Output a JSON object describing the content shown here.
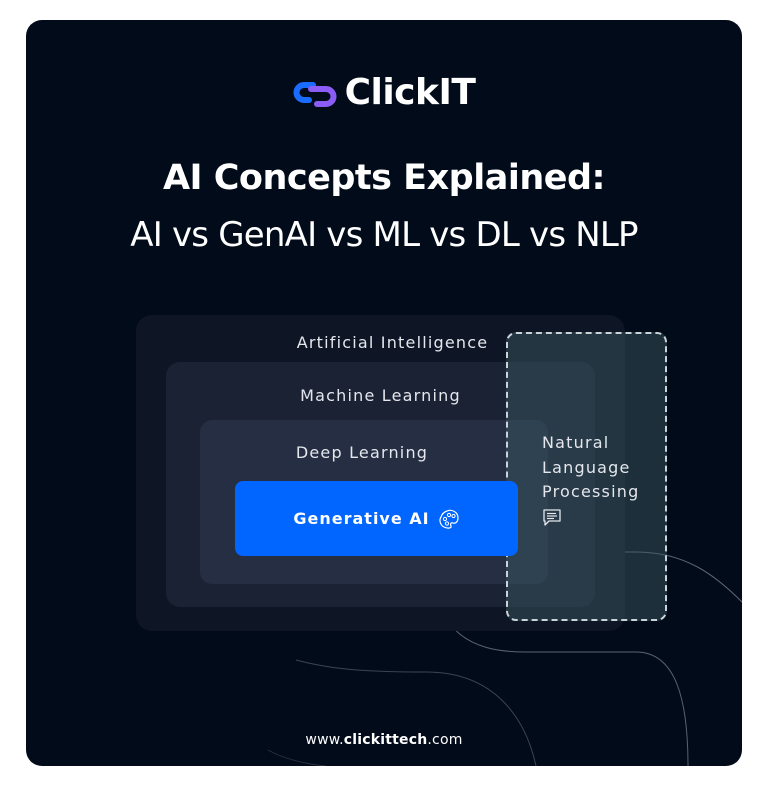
{
  "brand": {
    "name": "ClickIT",
    "logo_icon": "chain-link-icon",
    "colors": {
      "logo_blue": "#1a6bff",
      "logo_purple": "#8b5cf6"
    }
  },
  "header": {
    "title": "AI Concepts Explained:",
    "subtitle": "AI vs GenAI vs ML vs DL vs NLP"
  },
  "diagram": {
    "layers": [
      {
        "id": "ai",
        "label": "Artificial Intelligence"
      },
      {
        "id": "ml",
        "label": "Machine Learning"
      },
      {
        "id": "dl",
        "label": "Deep Learning"
      },
      {
        "id": "genai",
        "label": "Generative AI",
        "icon": "palette-icon",
        "color": "#0066ff"
      }
    ],
    "overlay": {
      "id": "nlp",
      "label_lines": [
        "Natural",
        "Language",
        "Processing"
      ],
      "icon": "chat-bubble-icon"
    }
  },
  "footer": {
    "prefix": "www.",
    "domain": "clickittech",
    "suffix": ".com"
  },
  "colors": {
    "background": "#020b19",
    "text": "#ffffff",
    "genai_blue": "#0066ff"
  }
}
